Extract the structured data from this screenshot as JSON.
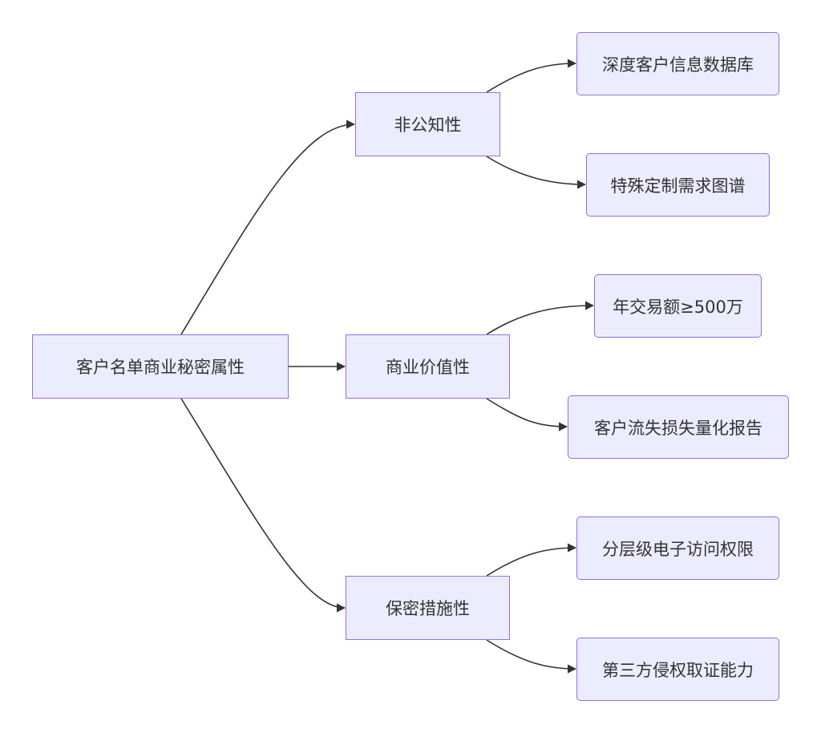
{
  "root": {
    "label": "客户名单商业秘密属性"
  },
  "branches": [
    {
      "label": "非公知性",
      "children": [
        "深度客户信息数据库",
        "特殊定制需求图谱"
      ]
    },
    {
      "label": "商业价值性",
      "children": [
        "年交易额≥500万",
        "客户流失损失量化报告"
      ]
    },
    {
      "label": "保密措施性",
      "children": [
        "分层级电子访问权限",
        "第三方侵权取证能力"
      ]
    }
  ]
}
